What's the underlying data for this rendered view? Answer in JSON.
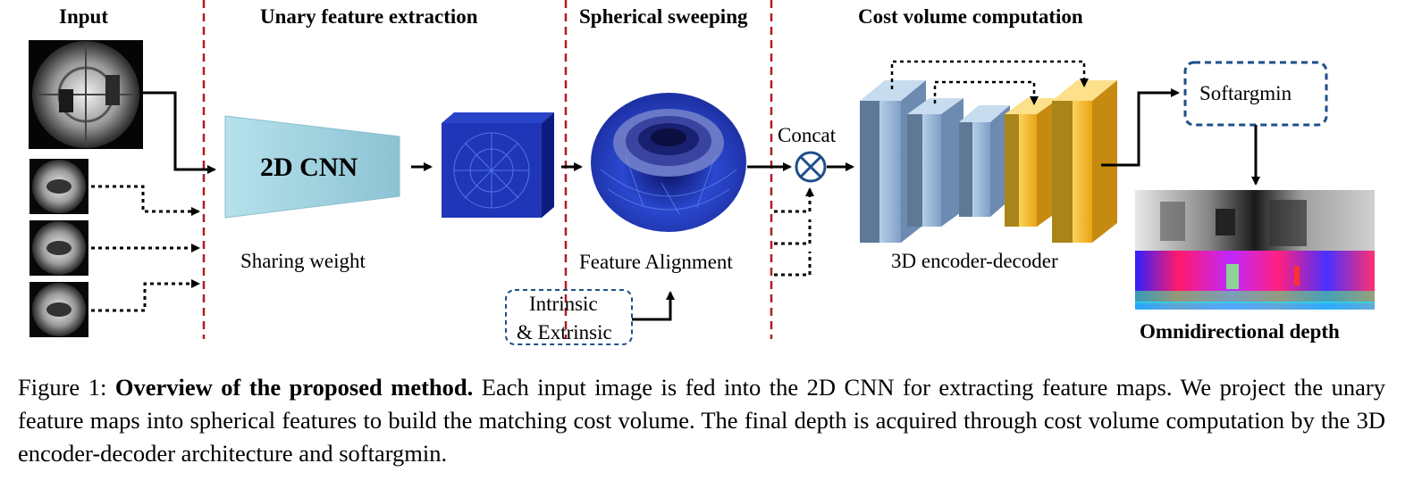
{
  "headers": {
    "input": "Input",
    "unary": "Unary feature extraction",
    "sweep": "Spherical sweeping",
    "cost": "Cost volume computation"
  },
  "labels": {
    "cnn": "2D CNN",
    "sharing": "Sharing weight",
    "alignment": "Feature Alignment",
    "intrinsic_line1": "Intrinsic",
    "intrinsic_line2": "& Extrinsic",
    "concat": "Concat",
    "encdec": "3D encoder-decoder",
    "softargmin": "Softargmin",
    "output": "Omnidirectional depth"
  },
  "caption": {
    "prefix": "Figure 1: ",
    "bold": "Overview of the proposed method.",
    "text": " Each input image is fed into the 2D CNN for extracting feature maps. We project the unary feature maps into spherical features to build the matching cost volume. The final depth is acquired through cost volume computation by the 3D encoder-decoder architecture and softargmin."
  },
  "colors": {
    "divider": "#b01c22",
    "cnn_fill": "#a8d8e4",
    "encoder_blue": "#8fb0d0",
    "decoder_gold": "#f0b830",
    "dashed_box": "#1d4f8a",
    "feature_blue": "#1a2fa0"
  }
}
